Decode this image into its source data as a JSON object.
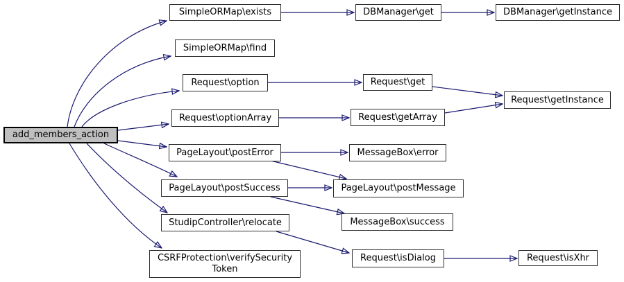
{
  "diagram": {
    "type": "call-graph",
    "focal_function": "add_members_action",
    "colors": {
      "edge": "#191970",
      "node_border": "#2e2e2e",
      "node_fill": "#ffffff",
      "focal_node_fill": "#bfbfbf",
      "text": "#000000",
      "background": "#ffffff"
    },
    "nodes": [
      {
        "id": "add_members_action",
        "label": "add_members_action"
      },
      {
        "id": "SimpleORMap::exists",
        "label": "SimpleORMap\\exists"
      },
      {
        "id": "DBManager::get",
        "label": "DBManager\\get"
      },
      {
        "id": "DBManager::getInstance",
        "label": "DBManager\\getInstance"
      },
      {
        "id": "SimpleORMap::find",
        "label": "SimpleORMap\\find"
      },
      {
        "id": "Request::option",
        "label": "Request\\option"
      },
      {
        "id": "Request::get",
        "label": "Request\\get"
      },
      {
        "id": "Request::getInstance",
        "label": "Request\\getInstance"
      },
      {
        "id": "Request::optionArray",
        "label": "Request\\optionArray"
      },
      {
        "id": "Request::getArray",
        "label": "Request\\getArray"
      },
      {
        "id": "PageLayout::postError",
        "label": "PageLayout\\postError"
      },
      {
        "id": "MessageBox::error",
        "label": "MessageBox\\error"
      },
      {
        "id": "PageLayout::postSuccess",
        "label": "PageLayout\\postSuccess"
      },
      {
        "id": "PageLayout::postMessage",
        "label": "PageLayout\\postMessage"
      },
      {
        "id": "StudipController::relocate",
        "label": "StudipController\\relocate"
      },
      {
        "id": "MessageBox::success",
        "label": "MessageBox\\success"
      },
      {
        "id": "CSRFProtection::verifySecurityToken",
        "label": "CSRFProtection\\verifySecurity\nToken"
      },
      {
        "id": "Request::isDialog",
        "label": "Request\\isDialog"
      },
      {
        "id": "Request::isXhr",
        "label": "Request\\isXhr"
      }
    ],
    "edges": [
      {
        "from": "add_members_action",
        "to": "SimpleORMap::exists"
      },
      {
        "from": "add_members_action",
        "to": "SimpleORMap::find"
      },
      {
        "from": "add_members_action",
        "to": "Request::option"
      },
      {
        "from": "add_members_action",
        "to": "Request::optionArray"
      },
      {
        "from": "add_members_action",
        "to": "PageLayout::postError"
      },
      {
        "from": "add_members_action",
        "to": "PageLayout::postSuccess"
      },
      {
        "from": "add_members_action",
        "to": "StudipController::relocate"
      },
      {
        "from": "add_members_action",
        "to": "CSRFProtection::verifySecurityToken"
      },
      {
        "from": "SimpleORMap::exists",
        "to": "DBManager::get"
      },
      {
        "from": "DBManager::get",
        "to": "DBManager::getInstance"
      },
      {
        "from": "Request::option",
        "to": "Request::get"
      },
      {
        "from": "Request::get",
        "to": "Request::getInstance"
      },
      {
        "from": "Request::optionArray",
        "to": "Request::getArray"
      },
      {
        "from": "Request::getArray",
        "to": "Request::getInstance"
      },
      {
        "from": "PageLayout::postError",
        "to": "MessageBox::error"
      },
      {
        "from": "PageLayout::postError",
        "to": "PageLayout::postMessage"
      },
      {
        "from": "PageLayout::postSuccess",
        "to": "PageLayout::postMessage"
      },
      {
        "from": "PageLayout::postSuccess",
        "to": "MessageBox::success"
      },
      {
        "from": "StudipController::relocate",
        "to": "Request::isDialog"
      },
      {
        "from": "Request::isDialog",
        "to": "Request::isXhr"
      }
    ]
  }
}
